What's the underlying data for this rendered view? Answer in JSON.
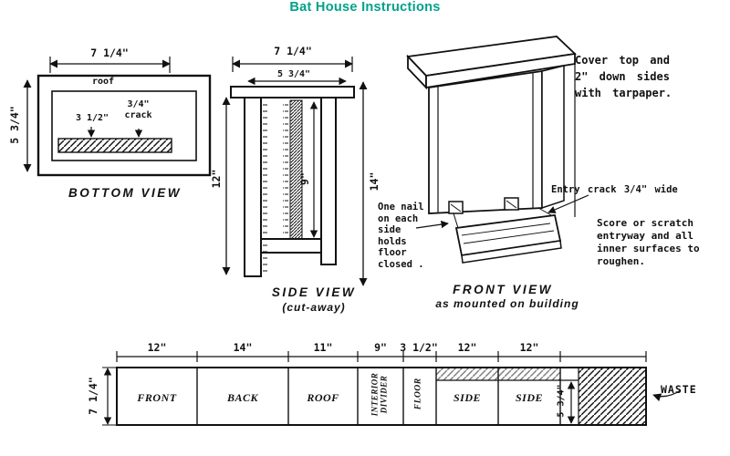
{
  "title": "Bat House Instructions",
  "colors": {
    "accent": "#00a18a",
    "ink": "#111111"
  },
  "bottom_view": {
    "dim_width": "7 1/4\"",
    "roof_label": "roof",
    "dim_depth": "3 1/2\"",
    "crack_label": "3/4\"\ncrack",
    "dim_height": "5 3/4\"",
    "caption": "BOTTOM VIEW"
  },
  "side_view": {
    "dim_width": "7 1/4\"",
    "dim_inner_width": "5 3/4\"",
    "dim_front_height": "12\"",
    "dim_divider_height": "9\"",
    "dim_back_height": "14\"",
    "caption": "SIDE VIEW",
    "caption_sub": "(cut-away)"
  },
  "front_view": {
    "note_tarpaper": "Cover top and\n2\" down sides\nwith tarpaper.",
    "note_entry": "Entry crack 3/4\" wide",
    "note_nail": "One nail\non each\nside\nholds\nfloor\nclosed .",
    "note_score": "Score or scratch\nentryway and all\ninner surfaces to\nroughen.",
    "caption": "FRONT VIEW",
    "caption_sub": "as mounted on building"
  },
  "cutting_layout": {
    "dim_board_width": "7 1/4\"",
    "dims": [
      "12\"",
      "14\"",
      "11\"",
      "9\"",
      "3 1/2\"",
      "12\"",
      "12\""
    ],
    "labels": [
      "FRONT",
      "BACK",
      "ROOF",
      "INTERIOR\nDIVIDER",
      "FLOOR",
      "SIDE",
      "SIDE"
    ],
    "dim_side_width": "5 3/4\"",
    "waste_label": "WASTE"
  }
}
